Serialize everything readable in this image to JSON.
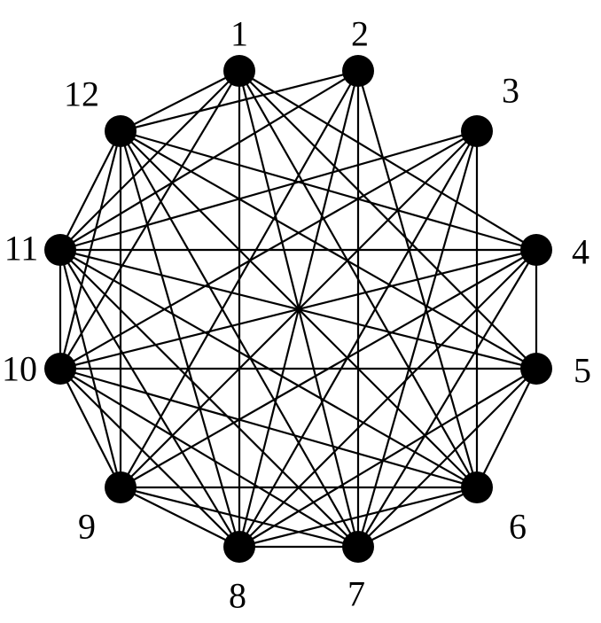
{
  "nodes": [
    {
      "id": "1",
      "label": "1"
    },
    {
      "id": "2",
      "label": "2"
    },
    {
      "id": "3",
      "label": "3"
    },
    {
      "id": "4",
      "label": "4"
    },
    {
      "id": "5",
      "label": "5"
    },
    {
      "id": "6",
      "label": "6"
    },
    {
      "id": "7",
      "label": "7"
    },
    {
      "id": "8",
      "label": "8"
    },
    {
      "id": "9",
      "label": "9"
    },
    {
      "id": "10",
      "label": "10"
    },
    {
      "id": "11",
      "label": "11"
    },
    {
      "id": "12",
      "label": "12"
    }
  ],
  "edges": [
    [
      "1",
      "12"
    ],
    [
      "1",
      "11"
    ],
    [
      "1",
      "10"
    ],
    [
      "1",
      "8"
    ],
    [
      "1",
      "7"
    ],
    [
      "1",
      "6"
    ],
    [
      "1",
      "5"
    ],
    [
      "1",
      "4"
    ],
    [
      "2",
      "12"
    ],
    [
      "2",
      "11"
    ],
    [
      "2",
      "9"
    ],
    [
      "2",
      "8"
    ],
    [
      "2",
      "7"
    ],
    [
      "2",
      "6"
    ],
    [
      "3",
      "11"
    ],
    [
      "3",
      "10"
    ],
    [
      "3",
      "9"
    ],
    [
      "3",
      "8"
    ],
    [
      "3",
      "7"
    ],
    [
      "3",
      "6"
    ],
    [
      "4",
      "5"
    ],
    [
      "4",
      "7"
    ],
    [
      "4",
      "8"
    ],
    [
      "4",
      "9"
    ],
    [
      "4",
      "10"
    ],
    [
      "4",
      "11"
    ],
    [
      "4",
      "12"
    ],
    [
      "5",
      "6"
    ],
    [
      "5",
      "7"
    ],
    [
      "5",
      "8"
    ],
    [
      "5",
      "10"
    ],
    [
      "5",
      "11"
    ],
    [
      "5",
      "12"
    ],
    [
      "6",
      "7"
    ],
    [
      "6",
      "8"
    ],
    [
      "6",
      "9"
    ],
    [
      "6",
      "10"
    ],
    [
      "6",
      "11"
    ],
    [
      "6",
      "12"
    ],
    [
      "7",
      "8"
    ],
    [
      "7",
      "9"
    ],
    [
      "7",
      "10"
    ],
    [
      "7",
      "11"
    ],
    [
      "7",
      "12"
    ],
    [
      "8",
      "9"
    ],
    [
      "8",
      "10"
    ],
    [
      "8",
      "11"
    ],
    [
      "8",
      "12"
    ],
    [
      "9",
      "10"
    ],
    [
      "9",
      "11"
    ],
    [
      "9",
      "12"
    ],
    [
      "10",
      "11"
    ],
    [
      "10",
      "12"
    ],
    [
      "11",
      "12"
    ]
  ],
  "colors": {
    "node": "#000000",
    "edge": "#000000",
    "background": "#ffffff"
  }
}
